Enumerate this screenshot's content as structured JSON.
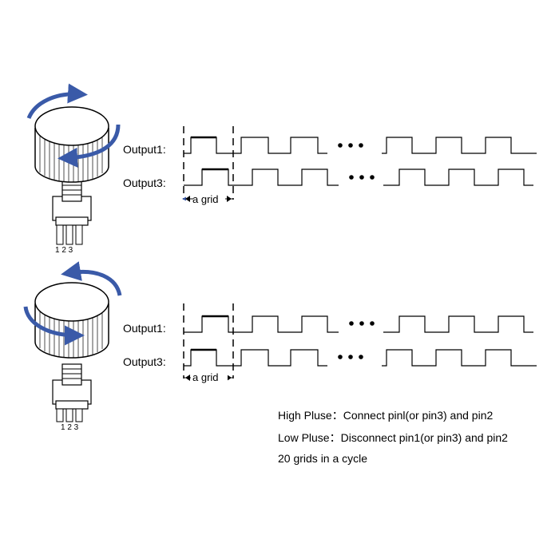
{
  "panels": [
    {
      "rotation": "clockwise",
      "rows": [
        {
          "label": "Output1:"
        },
        {
          "label": "Output3:"
        }
      ],
      "grid_label": "a grid",
      "pins": "1 2 3"
    },
    {
      "rotation": "counterclockwise",
      "rows": [
        {
          "label": "Output1:"
        },
        {
          "label": "Output3:"
        }
      ],
      "grid_label": "a grid",
      "pins": "1 2 3"
    }
  ],
  "notes": {
    "high": "High Pluse：Connect pinl(or pin3) and pin2",
    "low": "Low Pluse：Disconnect pin1(or pin3) and pin2",
    "cycle": "20 grids in a cycle"
  },
  "colors": {
    "arrow": "#3a5aa8",
    "line": "#000000"
  }
}
